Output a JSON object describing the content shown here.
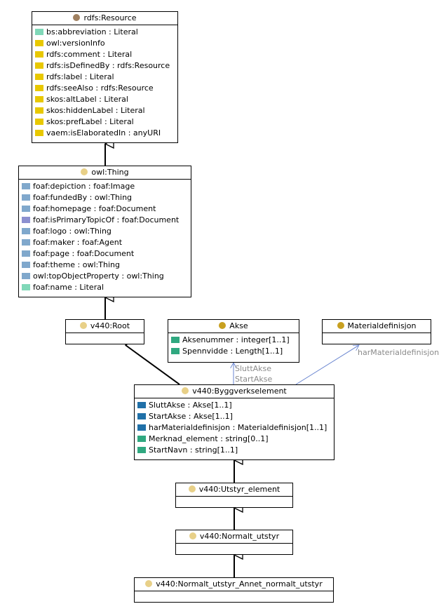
{
  "colors": {
    "class_dot_brown": "#a08060",
    "class_dot_yellow": "#e8d088",
    "class_dot_gold": "#c8a020",
    "icon_yellow": "#e8c800",
    "icon_teal": "#80d8b8",
    "icon_blue": "#80a8cc",
    "icon_purple": "#8c90d0",
    "icon_green": "#30a880",
    "icon_darkblue": "#2070a8",
    "assoc_line": "#6a86d0"
  },
  "classes": {
    "rdfs_resource": {
      "title": "rdfs:Resource",
      "attrs": [
        {
          "text": "bs:abbreviation : Literal",
          "icon": "teal"
        },
        {
          "text": "owl:versionInfo",
          "icon": "yellow"
        },
        {
          "text": "rdfs:comment : Literal",
          "icon": "yellow"
        },
        {
          "text": "rdfs:isDefinedBy : rdfs:Resource",
          "icon": "yellow"
        },
        {
          "text": "rdfs:label : Literal",
          "icon": "yellow"
        },
        {
          "text": "rdfs:seeAlso : rdfs:Resource",
          "icon": "yellow"
        },
        {
          "text": "skos:altLabel : Literal",
          "icon": "yellow"
        },
        {
          "text": "skos:hiddenLabel : Literal",
          "icon": "yellow"
        },
        {
          "text": "skos:prefLabel : Literal",
          "icon": "yellow"
        },
        {
          "text": "vaem:isElaboratedIn : anyURI",
          "icon": "yellow"
        }
      ]
    },
    "owl_thing": {
      "title": "owl:Thing",
      "attrs": [
        {
          "text": "foaf:depiction : foaf:Image",
          "icon": "blue"
        },
        {
          "text": "foaf:fundedBy : owl:Thing",
          "icon": "blue"
        },
        {
          "text": "foaf:homepage : foaf:Document",
          "icon": "blue"
        },
        {
          "text": "foaf:isPrimaryTopicOf : foaf:Document",
          "icon": "purple"
        },
        {
          "text": "foaf:logo : owl:Thing",
          "icon": "blue"
        },
        {
          "text": "foaf:maker : foaf:Agent",
          "icon": "blue"
        },
        {
          "text": "foaf:page : foaf:Document",
          "icon": "blue"
        },
        {
          "text": "foaf:theme : owl:Thing",
          "icon": "blue"
        },
        {
          "text": "owl:topObjectProperty : owl:Thing",
          "icon": "blue"
        },
        {
          "text": "foaf:name : Literal",
          "icon": "teal"
        }
      ]
    },
    "root": {
      "title": "v440:Root",
      "attrs": []
    },
    "akse": {
      "title": "Akse",
      "attrs": [
        {
          "text": "Aksenummer : integer[1..1]",
          "icon": "green"
        },
        {
          "text": "Spennvidde : Length[1..1]",
          "icon": "green"
        }
      ]
    },
    "materialdefinisjon": {
      "title": "Materialdefinisjon",
      "attrs": []
    },
    "byggverkselement": {
      "title": "v440:Byggverkselement",
      "attrs": [
        {
          "text": "SluttAkse : Akse[1..1]",
          "icon": "darkblue"
        },
        {
          "text": "StartAkse : Akse[1..1]",
          "icon": "darkblue"
        },
        {
          "text": "harMaterialdefinisjon : Materialdefinisjon[1..1]",
          "icon": "darkblue"
        },
        {
          "text": "Merknad_element : string[0..1]",
          "icon": "green"
        },
        {
          "text": "StartNavn : string[1..1]",
          "icon": "green"
        }
      ]
    },
    "utstyr_element": {
      "title": "v440:Utstyr_element",
      "attrs": []
    },
    "normalt_utstyr": {
      "title": "v440:Normalt_utstyr",
      "attrs": []
    },
    "annet_normalt_utstyr": {
      "title": "v440:Normalt_utstyr_Annet_normalt_utstyr",
      "attrs": []
    }
  },
  "association_labels": {
    "slutt_akse": "SluttAkse",
    "start_akse": "StartAkse",
    "har_materialdefinisjon": "harMaterialdefinisjon"
  }
}
